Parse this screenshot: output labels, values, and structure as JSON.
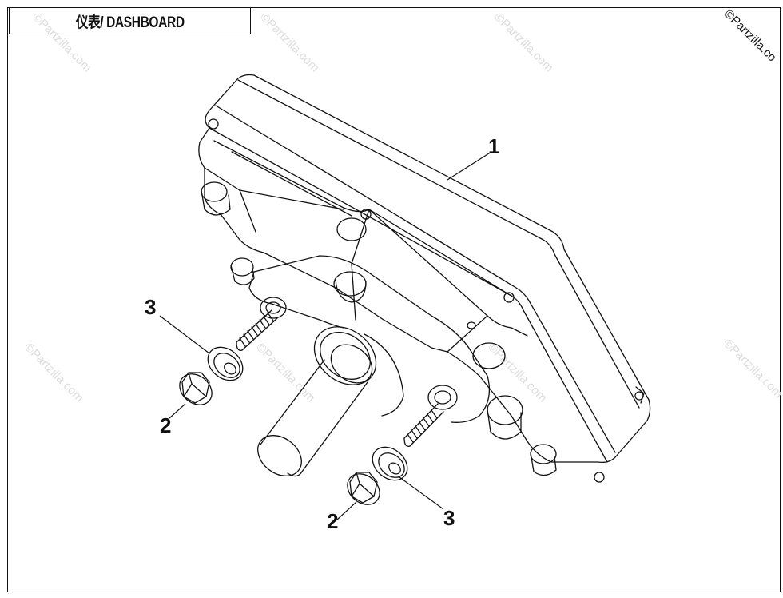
{
  "title": "仪表/ DASHBOARD",
  "callouts": {
    "c1": "1",
    "c2a": "2",
    "c2b": "2",
    "c3a": "3",
    "c3b": "3"
  },
  "watermark": {
    "text": "©Partzilla.com",
    "corner_text": "©Partzilla.co"
  },
  "colors": {
    "line": "#111111",
    "watermark": "#dcdcdc"
  }
}
